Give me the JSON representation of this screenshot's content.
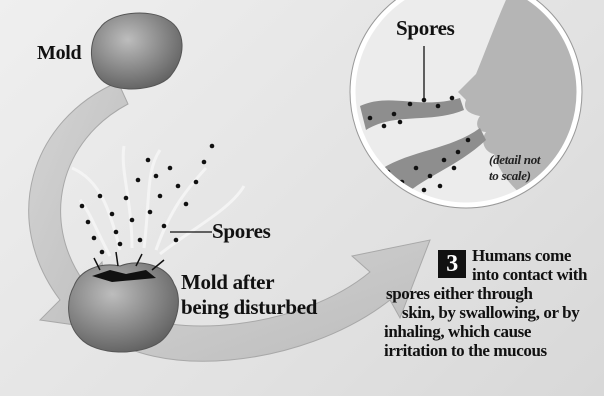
{
  "labels": {
    "mold": "Mold",
    "spores_left": "Spores",
    "mold_disturbed_line1": "Mold after",
    "mold_disturbed_line2": "being disturbed",
    "spores_detail": "Spores",
    "detail_line1": "(detail not",
    "detail_line2": "to scale)"
  },
  "step": {
    "number": "3",
    "lines": [
      "Humans come",
      "into contact with",
      "spores either through",
      "skin, by swallowing, or by",
      "inhaling, which cause",
      "irritation to the mucous"
    ]
  },
  "colors": {
    "arrow": "#c8c8c8",
    "mold": "#8a8a8a",
    "spore": "#111111",
    "head": "#b5b5b5"
  }
}
